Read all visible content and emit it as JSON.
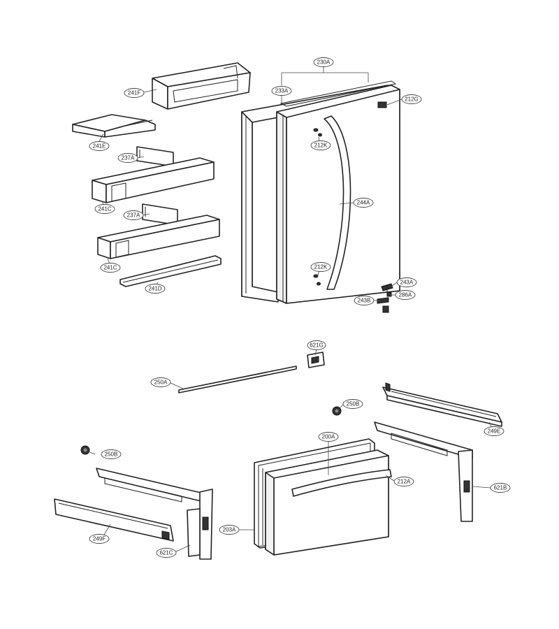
{
  "callouts": {
    "c230A": "230A",
    "c233A": "233A",
    "c212G": "212G",
    "c241F": "241F",
    "c241E": "241E",
    "c237A_1": "237A",
    "c241C_1": "241C",
    "c237A_2": "237A",
    "c241C_2": "241C",
    "c241D": "241D",
    "c212K_1": "212K",
    "c244A": "244A",
    "c212K_2": "212K",
    "c243A": "243A",
    "c243B": "243B",
    "c286A": "286A",
    "c621G": "621G",
    "c250A": "250A",
    "c250B_1": "250B",
    "c249E": "249E",
    "c250B_2": "250B",
    "c200A": "200A",
    "c212A": "212A",
    "c621B": "621B",
    "c203A": "203A",
    "c249F": "249F",
    "c621C": "621C"
  }
}
